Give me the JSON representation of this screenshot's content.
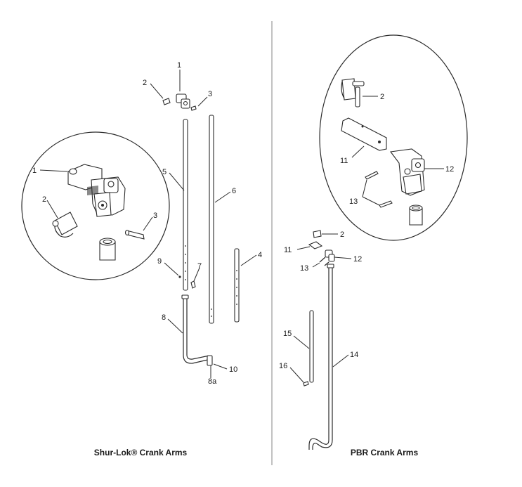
{
  "captions": {
    "left": "Shur-Lok® Crank Arms",
    "right": "PBR Crank Arms"
  },
  "left_labels": {
    "n1": "1",
    "n2": "2",
    "n3": "3",
    "n4": "4",
    "n5": "5",
    "n6": "6",
    "n7": "7",
    "n8": "8",
    "n8a": "8a",
    "n9": "9",
    "n10": "10"
  },
  "left_detail_labels": {
    "n1": "1",
    "n2": "2",
    "n3": "3"
  },
  "right_labels": {
    "n2": "2",
    "n11": "11",
    "n12": "12",
    "n13": "13",
    "n14": "14",
    "n15": "15",
    "n16": "16"
  },
  "right_detail_labels": {
    "n2": "2",
    "n11": "11",
    "n12": "12",
    "n13": "13"
  },
  "colors": {
    "line": "#2a2a2a",
    "divider": "#9a9a9a",
    "text": "#1a1a1a"
  }
}
